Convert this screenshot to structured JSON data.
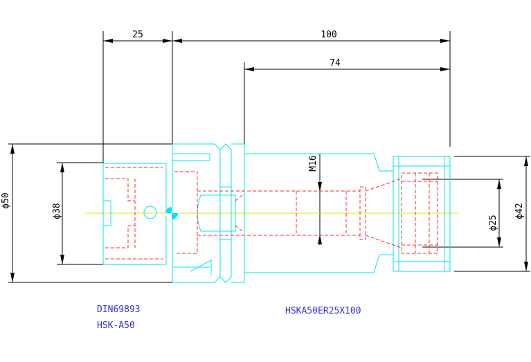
{
  "dimensions": {
    "len_25": "25",
    "len_100": "100",
    "len_74": "74",
    "dia_50": "ϕ50",
    "dia_38": "ϕ38",
    "thread_m16": "M16",
    "dia_25": "ϕ25",
    "dia_42": "ϕ42"
  },
  "labels": {
    "standard": "DIN69893",
    "interface": "HSK-A50",
    "part_number": "HSKA50ER25X100"
  },
  "colors": {
    "outline": "#00e5f0",
    "hidden": "#ff2a2a",
    "axis": "#e5e500",
    "dimension": "#000000",
    "label": "#3333cc"
  }
}
